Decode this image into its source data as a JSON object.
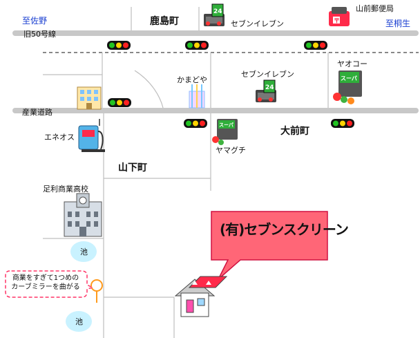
{
  "colors": {
    "road": "#c8c8c8",
    "street": "#bfbfbf",
    "signal_body": "#111111",
    "signal_red": "#ff2020",
    "signal_yellow": "#ffd400",
    "signal_green": "#22c422",
    "pond": "#c9f2ff",
    "callout_fill": "#ff6677",
    "callout_stroke": "#d01040",
    "note_stroke": "#ff3366",
    "house_roof": "#ff2a4a",
    "house_door": "#ff4fae",
    "direction_text": "#1a3fd1"
  },
  "labels": {
    "to_sano": "至佐野",
    "to_kiryu": "至桐生",
    "kashimacho": "鹿島町",
    "old_route50": "旧50号線",
    "seven_eleven_top": "セブンイレブン",
    "yamamae_post": "山前郵便局",
    "kamadoya": "かまどや",
    "seven_eleven_mid": "セブンイレブン",
    "yaoko": "ヤオコー",
    "sangyo_doro": "産業道路",
    "eneos": "エネオス",
    "yamaguchi": "ヤマグチ",
    "omaecho": "大前町",
    "yamashitacho": "山下町",
    "ashikaga_school": "足利商業高校",
    "pond_upper": "池",
    "pond_lower": "池"
  },
  "callout": {
    "text": "(有)セブンスクリーン"
  },
  "note": {
    "line1": "商業をすぎて1つめの",
    "line2": "カーブミラーを曲がる"
  },
  "icons": [
    "traffic-signal-icon",
    "convenience-store-icon",
    "post-office-icon",
    "lunch-shop-icon",
    "supermarket-icon",
    "apartment-icon",
    "gas-station-icon",
    "school-icon",
    "curve-mirror-icon",
    "house-icon"
  ]
}
